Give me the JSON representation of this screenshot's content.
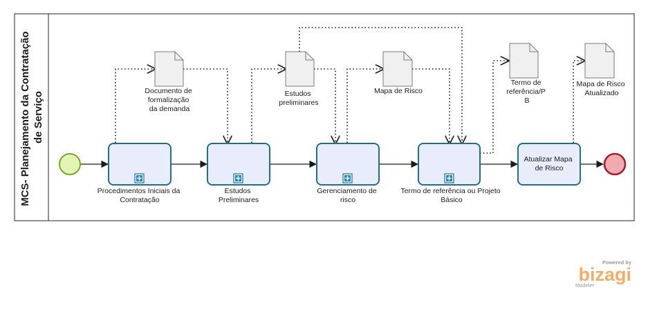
{
  "pool": {
    "title_line1": "MCS- Planejamento da Contratação",
    "title_line2": "de Serviço"
  },
  "tasks": [
    {
      "id": "t1",
      "label_lines": [
        "Procedimentos Iniciais da",
        "Contratação"
      ],
      "subprocess": true
    },
    {
      "id": "t2",
      "label_lines": [
        "Estudos",
        "Preliminares"
      ],
      "subprocess": true
    },
    {
      "id": "t3",
      "label_lines": [
        "Gerenciamento de",
        "risco"
      ],
      "subprocess": true
    },
    {
      "id": "t4",
      "label_lines": [
        "Termo de referência ou Projeto",
        "Básico"
      ],
      "subprocess": true
    },
    {
      "id": "t5",
      "label_lines": [
        "Atualizar  Mapa",
        "de Risco"
      ],
      "subprocess": false
    }
  ],
  "artifacts": [
    {
      "id": "d1",
      "label_lines": [
        "Documento de",
        "formalização",
        "da demanda"
      ]
    },
    {
      "id": "d2",
      "label_lines": [
        "Estudos",
        "preliminares"
      ]
    },
    {
      "id": "d3",
      "label_lines": [
        "Mapa de Risco"
      ]
    },
    {
      "id": "d4",
      "label_lines": [
        "Termo de",
        "referência/P",
        "B"
      ]
    },
    {
      "id": "d5",
      "label_lines": [
        "Mapa de Risco",
        "Atualizado"
      ]
    }
  ],
  "events": {
    "start": "start-event",
    "end": "end-event"
  },
  "colors": {
    "task_fill": "#e8ecfb",
    "task_stroke": "#1f6f8b",
    "start_fill": "#e3f5b4",
    "start_stroke": "#78a52a",
    "end_fill": "#f0aab0",
    "end_stroke": "#a4202e",
    "doc_fill": "#f0f0f0",
    "doc_stroke": "#7a7a7a",
    "plus_fill": "#1a88c8",
    "logo_orange": "#f2ad66"
  },
  "watermark": {
    "powered": "Powered by",
    "logo": "bizagi",
    "product": "Modeler"
  }
}
